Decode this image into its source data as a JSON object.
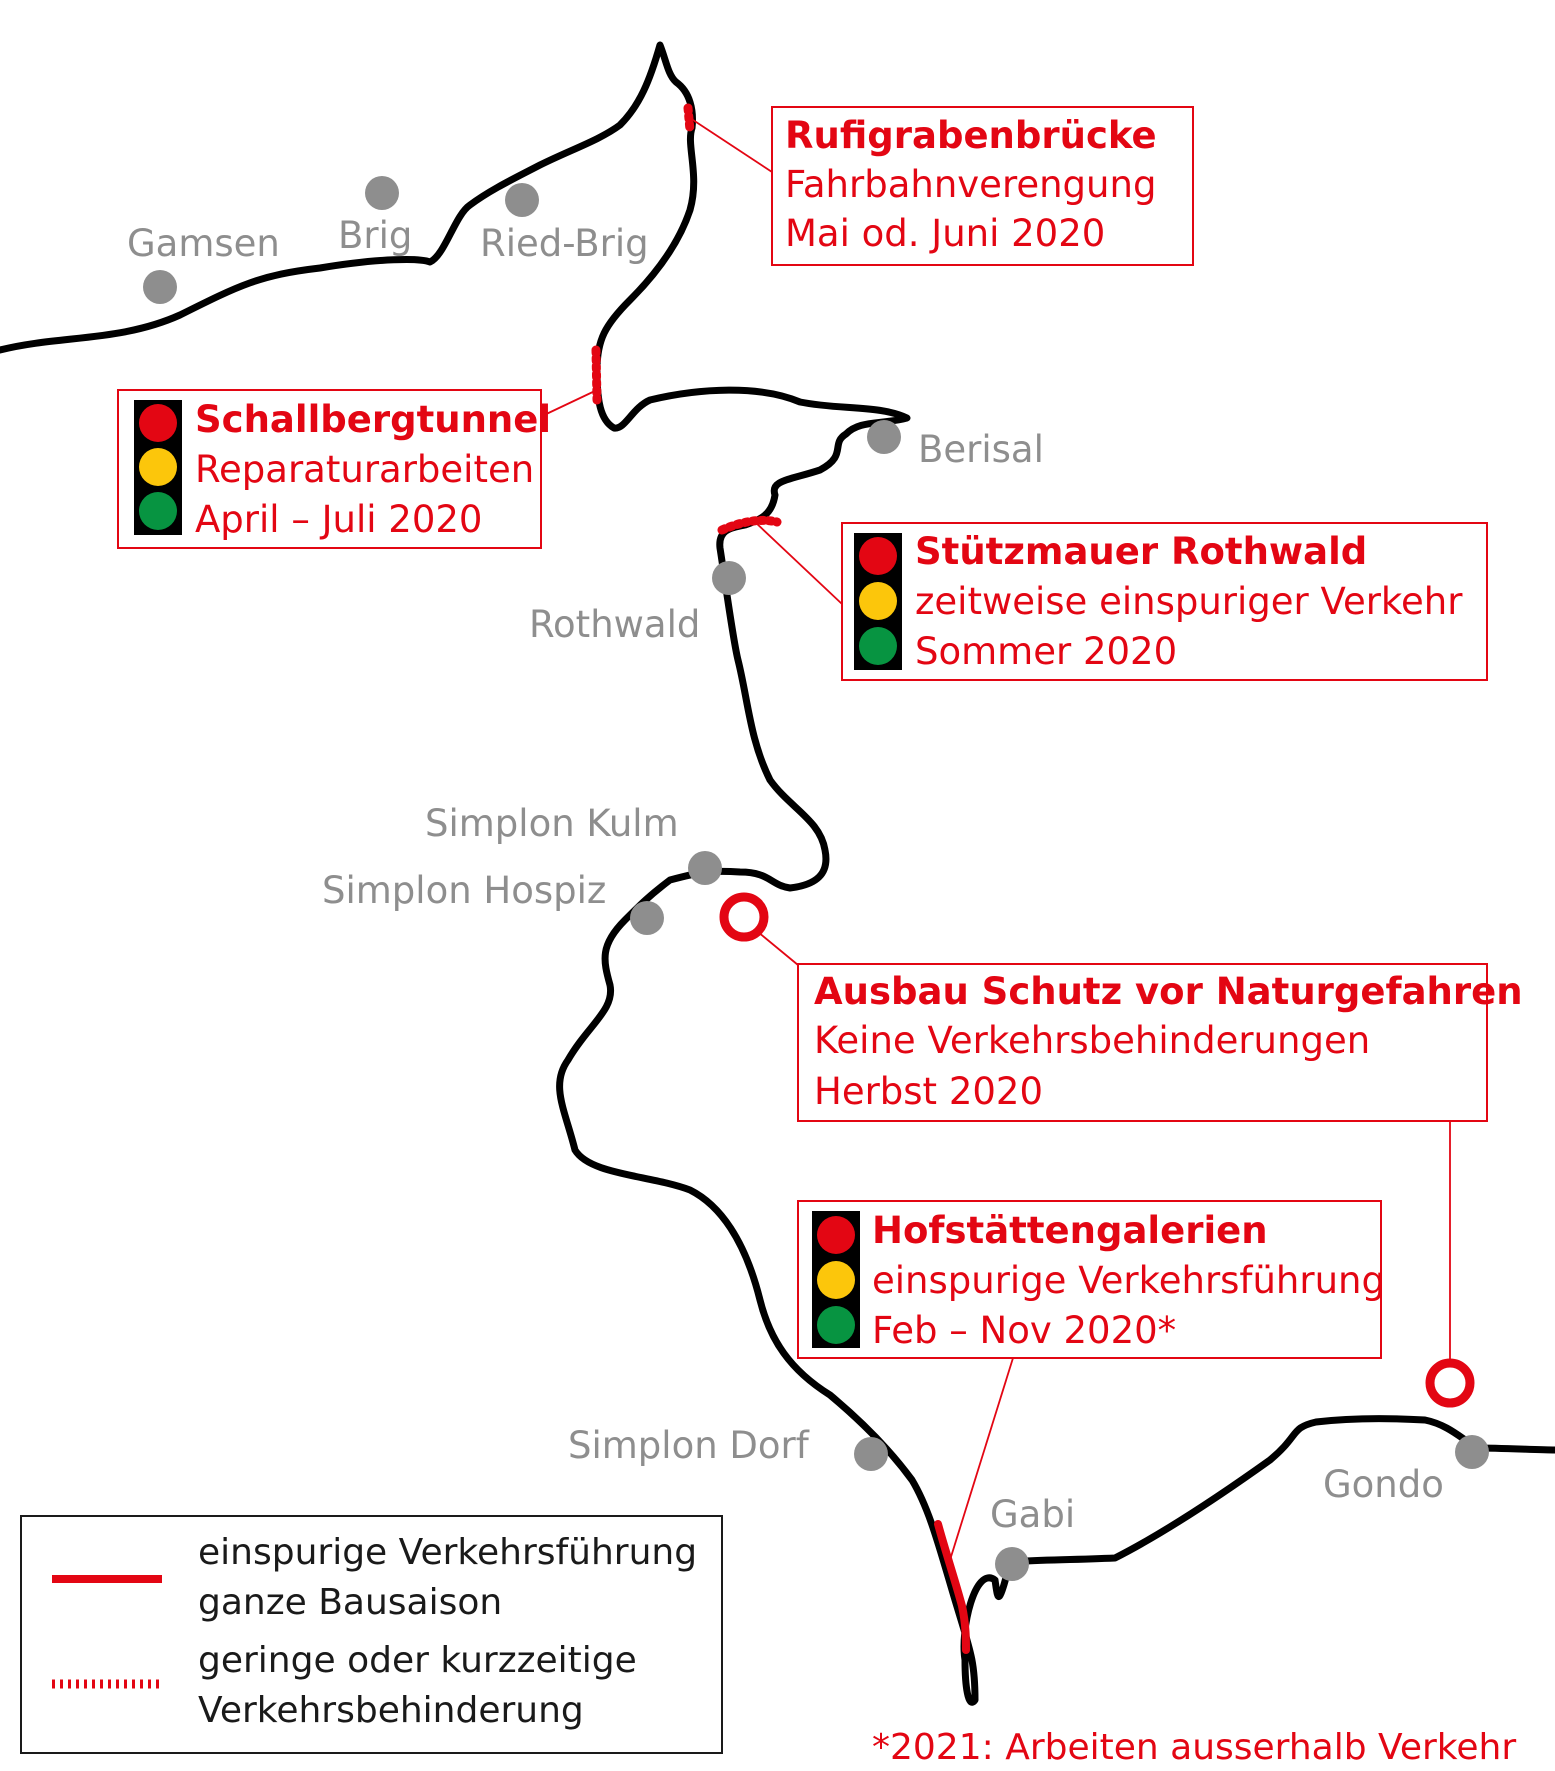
{
  "colors": {
    "road": "#000000",
    "accent": "#e30613",
    "place": "#8e8e8e",
    "light_red": "#e30613",
    "light_yellow": "#fcc60b",
    "light_green": "#079441"
  },
  "places": {
    "gamsen": "Gamsen",
    "brig": "Brig",
    "ried_brig": "Ried-Brig",
    "berisal": "Berisal",
    "rothwald": "Rothwald",
    "simplon_kulm": "Simplon Kulm",
    "simplon_hospiz": "Simplon Hospiz",
    "simplon_dorf": "Simplon Dorf",
    "gabi": "Gabi",
    "gondo": "Gondo"
  },
  "boxes": {
    "rufigraben": {
      "title": "Rufigrabenbrücke",
      "line1": "Fahrbahnverengung",
      "line2": "Mai od. Juni 2020"
    },
    "schallberg": {
      "title": "Schallbergtunnel",
      "line1": "Reparaturarbeiten",
      "line2": "April – Juli 2020",
      "icon": "traffic-light-icon"
    },
    "rothwald": {
      "title": "Stützmauer Rothwald",
      "line1": "zeitweise einspuriger Verkehr",
      "line2": "Sommer 2020",
      "icon": "traffic-light-icon"
    },
    "naturgefahren": {
      "title": "Ausbau Schutz vor Naturgefahren",
      "line1": "Keine Verkehrsbehinderungen",
      "line2": "Herbst 2020",
      "marker": "red-ring-marker-icon"
    },
    "hofstaetten": {
      "title": "Hofstättengalerien",
      "line1": "einspurige Verkehrsführung",
      "line2": "Feb – Nov 2020*",
      "icon": "traffic-light-icon"
    }
  },
  "legend": {
    "solid_line1": "einspurige Verkehrsführung",
    "solid_line2": "ganze Bausaison",
    "dotted_line1": "geringe oder kurzzeitige",
    "dotted_line2": "Verkehrsbehinderung"
  },
  "footnote": "*2021: Arbeiten ausserhalb Verkehr"
}
